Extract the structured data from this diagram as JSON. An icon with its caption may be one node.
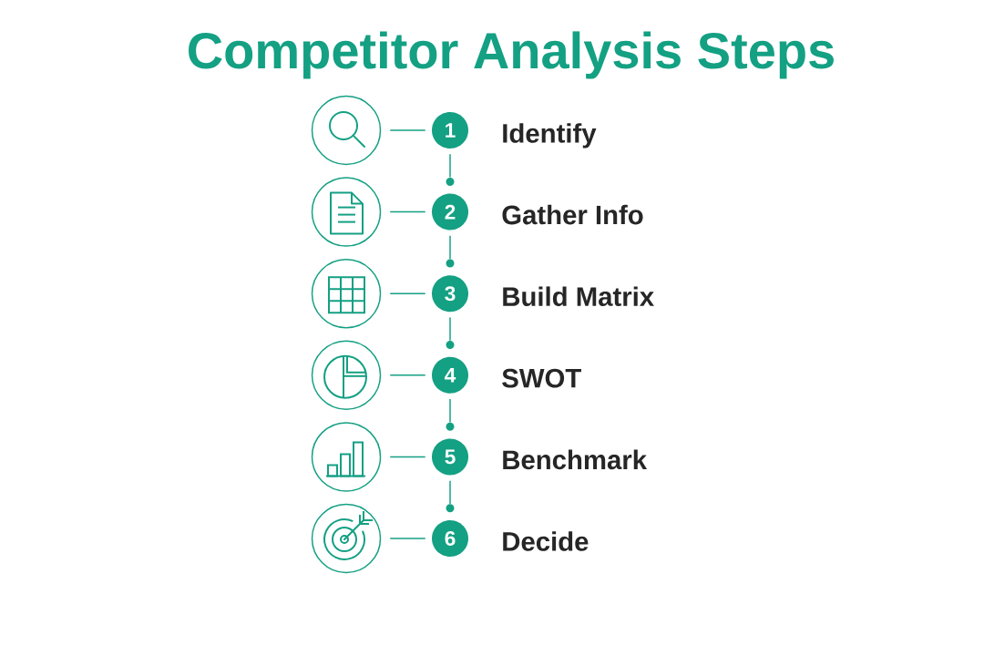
{
  "diagram": {
    "title": "Competitor Analysis Steps",
    "nodes": [
      {
        "text": [],
        "shape": "circle"
      },
      {
        "text": [
          "1"
        ],
        "beside": [
          "Identify"
        ]
      },
      {
        "text": [],
        "shape": "dot"
      },
      {
        "text": [],
        "shape": "circle"
      },
      {
        "text": [
          "2"
        ],
        "beside": [
          "Gather Info"
        ]
      },
      {
        "text": [],
        "shape": "dot"
      },
      {
        "text": [],
        "shape": "circle"
      },
      {
        "text": [
          "3"
        ],
        "beside": [
          "Build Matrix"
        ]
      },
      {
        "text": [],
        "shape": "dot"
      },
      {
        "text": [],
        "shape": "circle"
      },
      {
        "text": [
          "4"
        ],
        "beside": [
          "SWOT"
        ]
      },
      {
        "text": [],
        "shape": "dot"
      },
      {
        "text": [],
        "shape": "circle"
      },
      {
        "text": [
          "5"
        ],
        "beside": [
          "Benchmark"
        ]
      },
      {
        "text": [],
        "shape": "dot"
      },
      {
        "text": [],
        "shape": "circle"
      },
      {
        "text": [
          "6"
        ],
        "beside": [
          "Decide"
        ]
      }
    ],
    "edges": [
      {
        "from": 0,
        "to": 1,
        "arrow": "none"
      },
      {
        "from": 1,
        "to": 2,
        "arrow": "none"
      },
      {
        "from": 3,
        "to": 4,
        "arrow": "none"
      },
      {
        "from": 4,
        "to": 5,
        "arrow": "none"
      },
      {
        "from": 6,
        "to": 7,
        "arrow": "none"
      },
      {
        "from": 7,
        "to": 8,
        "arrow": "none"
      },
      {
        "from": 9,
        "to": 10,
        "arrow": "none"
      },
      {
        "from": 10,
        "to": 11,
        "arrow": "none"
      },
      {
        "from": 12,
        "to": 13,
        "arrow": "none"
      },
      {
        "from": 13,
        "to": 14,
        "arrow": "none"
      },
      {
        "from": 15,
        "to": 16,
        "arrow": "none"
      }
    ]
  }
}
